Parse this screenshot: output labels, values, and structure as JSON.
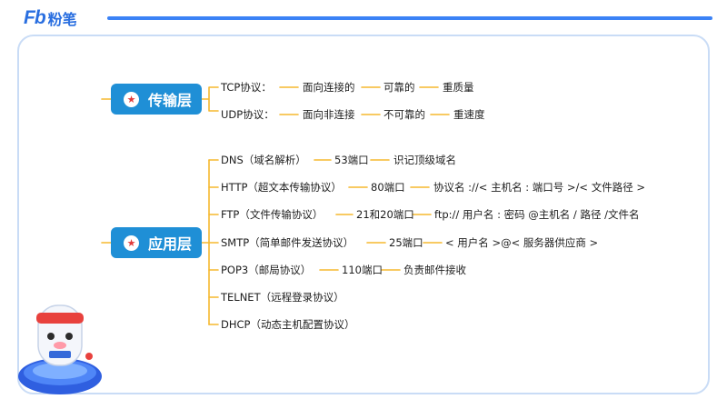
{
  "brand": {
    "logo": "Fb",
    "name": "粉笔"
  },
  "nodes": {
    "transport": "传输层",
    "application": "应用层"
  },
  "transport_rows": [
    {
      "name": "TCP协议：",
      "items": [
        "面向连接的",
        "可靠的",
        "重质量"
      ]
    },
    {
      "name": "UDP协议：",
      "items": [
        "面向非连接",
        "不可靠的",
        "重速度"
      ]
    }
  ],
  "app_rows": [
    {
      "name": "DNS（域名解析）",
      "items": [
        "53端口",
        "识记顶级域名"
      ]
    },
    {
      "name": "HTTP（超文本传输协议）",
      "items": [
        "80端口",
        "协议名 ://< 主机名 : 端口号 >/< 文件路径 >"
      ]
    },
    {
      "name": "FTP（文件传输协议）",
      "items": [
        "21和20端口",
        "ftp:// 用户名 : 密码 @主机名 / 路径 /文件名"
      ]
    },
    {
      "name": "SMTP（简单邮件发送协议）",
      "items": [
        "25端口",
        "< 用户名 >@< 服务器供应商 >"
      ]
    },
    {
      "name": "POP3（邮局协议）",
      "items": [
        "110端口",
        "负责邮件接收"
      ]
    },
    {
      "name": "TELNET（远程登录协议）",
      "items": []
    },
    {
      "name": "DHCP（动态主机配置协议）",
      "items": []
    }
  ],
  "colors": {
    "node": "#1f8fd6",
    "line": "#f5b82e",
    "accent": "#2a6fe0"
  }
}
